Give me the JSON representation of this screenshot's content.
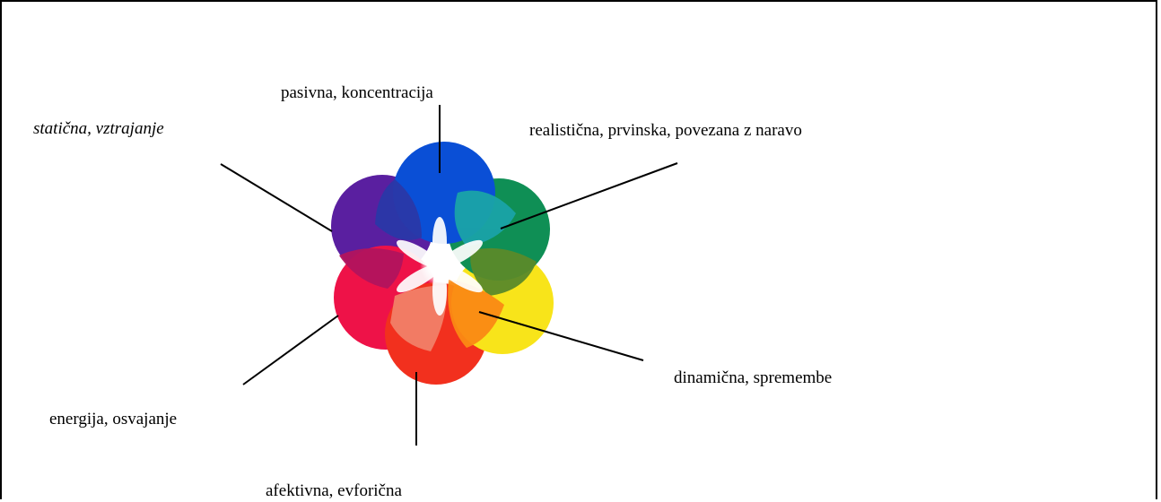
{
  "labels": {
    "top": "pasivna, koncentracija",
    "top_left": "statična, vztrajanje",
    "top_right": "realistična, prvinska, povezana z naravo",
    "right": "dinamična, spremembe",
    "bottom_left": "energija, osvajanje",
    "bottom": "afektivna, evforična"
  },
  "flower": {
    "petal_colors": {
      "blue": "#0a4fd6",
      "violet": "#5a1fa0",
      "red": "#ee1248",
      "red_orange": "#f2301e",
      "yellow": "#f8e41a",
      "green": "#0f8f55",
      "overlap_teal": "#1aa3a8",
      "overlap_olive": "#5a8a2a",
      "overlap_orange": "#fb8a14",
      "overlap_salmon": "#f28068",
      "overlap_crimson": "#b2145e",
      "overlap_indigo": "#2a38a8"
    }
  }
}
